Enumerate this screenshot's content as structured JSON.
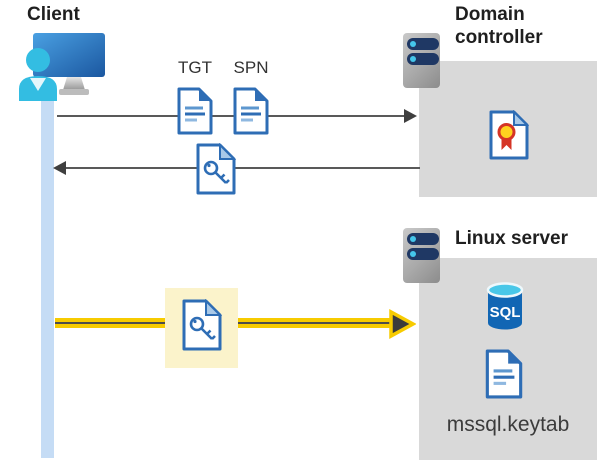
{
  "client": {
    "title": "Client"
  },
  "tickets": {
    "tgt": "TGT",
    "spn": "SPN"
  },
  "domain_controller": {
    "title": "Domain controller"
  },
  "linux_server": {
    "title": "Linux server",
    "sql_label": "SQL",
    "keytab": "mssql.keytab"
  },
  "colors": {
    "doc_blue": "#2e6db5",
    "timeline_blue": "#c5dcf5",
    "panel_gray": "#d9d9d9",
    "arrow_gray": "#595959",
    "arrow_yellow": "#f7cb00",
    "highlight_yellow": "#fbf3cb",
    "sql_blue": "#1166b4",
    "person_cyan": "#33bde2",
    "cert_yellow": "#ffd21f",
    "cert_red": "#d53425"
  }
}
